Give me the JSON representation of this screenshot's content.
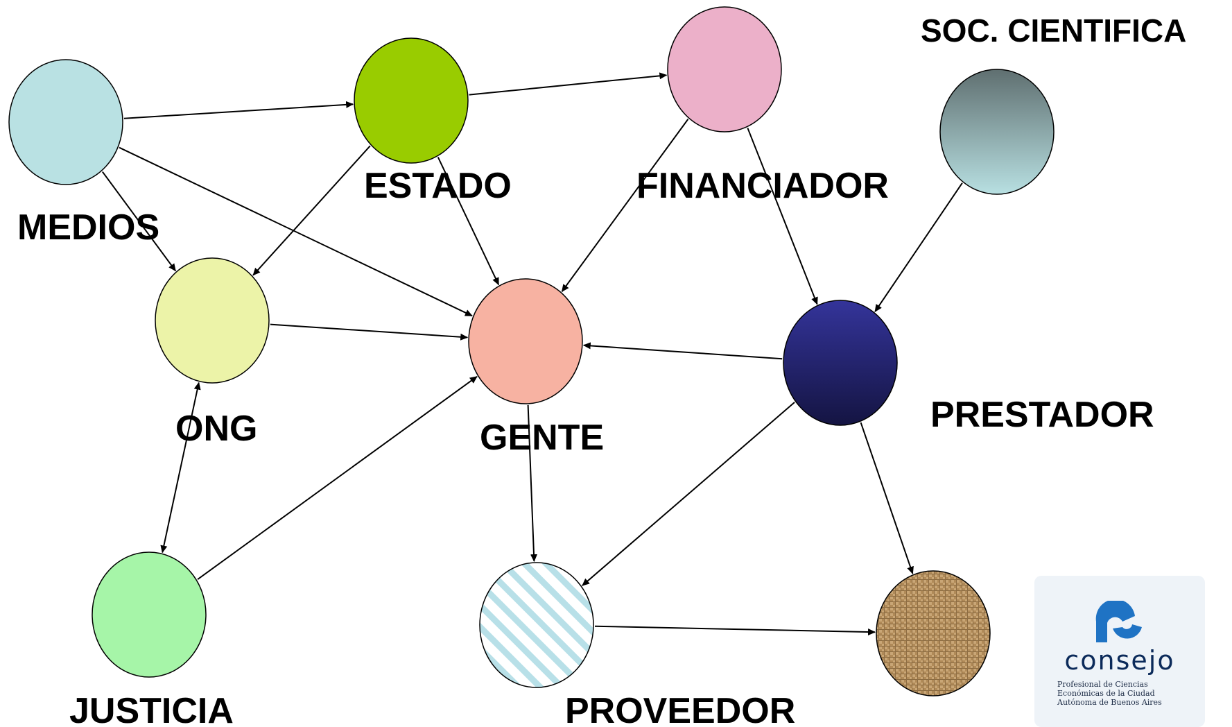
{
  "nodes": [
    {
      "id": "medios",
      "label": "MEDIOS",
      "fill": "#b9e1e3"
    },
    {
      "id": "estado",
      "label": "ESTADO",
      "fill": "#99cc00"
    },
    {
      "id": "financiador",
      "label": "FINANCIADOR",
      "fill": "#ecb0c9"
    },
    {
      "id": "soc",
      "label": "SOC. CIENTIFICA",
      "fill": "gradient:#5f6f70-#b8e0e2"
    },
    {
      "id": "ong",
      "label": "ONG",
      "fill": "#ecf3a8"
    },
    {
      "id": "gente",
      "label": "GENTE",
      "fill": "#f7b2a2"
    },
    {
      "id": "prestador",
      "label": "PRESTADOR",
      "fill": "gradient:#34349a-#141442"
    },
    {
      "id": "justicia",
      "label": "JUSTICIA",
      "fill": "#a6f5a8"
    },
    {
      "id": "proveedor",
      "label": "PROVEEDOR",
      "fill": "stripes:#b8e0e8"
    },
    {
      "id": "burlap",
      "label": "",
      "fill": "burlap:#b08a58"
    }
  ],
  "edges": [
    {
      "from": "medios",
      "to": "estado"
    },
    {
      "from": "estado",
      "to": "financiador"
    },
    {
      "from": "medios",
      "to": "gente"
    },
    {
      "from": "medios",
      "to": "ong"
    },
    {
      "from": "estado",
      "to": "ong"
    },
    {
      "from": "estado",
      "to": "gente"
    },
    {
      "from": "financiador",
      "to": "gente"
    },
    {
      "from": "financiador",
      "to": "prestador"
    },
    {
      "from": "soc",
      "to": "prestador"
    },
    {
      "from": "ong",
      "to": "gente"
    },
    {
      "from": "prestador",
      "to": "gente"
    },
    {
      "from": "justicia",
      "to": "ong",
      "bidirectional": true
    },
    {
      "from": "justicia",
      "to": "gente"
    },
    {
      "from": "gente",
      "to": "proveedor"
    },
    {
      "from": "prestador",
      "to": "proveedor"
    },
    {
      "from": "prestador",
      "to": "burlap"
    },
    {
      "from": "proveedor",
      "to": "burlap"
    }
  ],
  "logo": {
    "name": "consejo",
    "subtitle_lines": [
      "Profesional de Ciencias",
      "Económicas de la Ciudad",
      "Autónoma de Buenos Aires"
    ],
    "colors": {
      "mark": "#1f73c4",
      "word": "#0b2a5a"
    }
  }
}
